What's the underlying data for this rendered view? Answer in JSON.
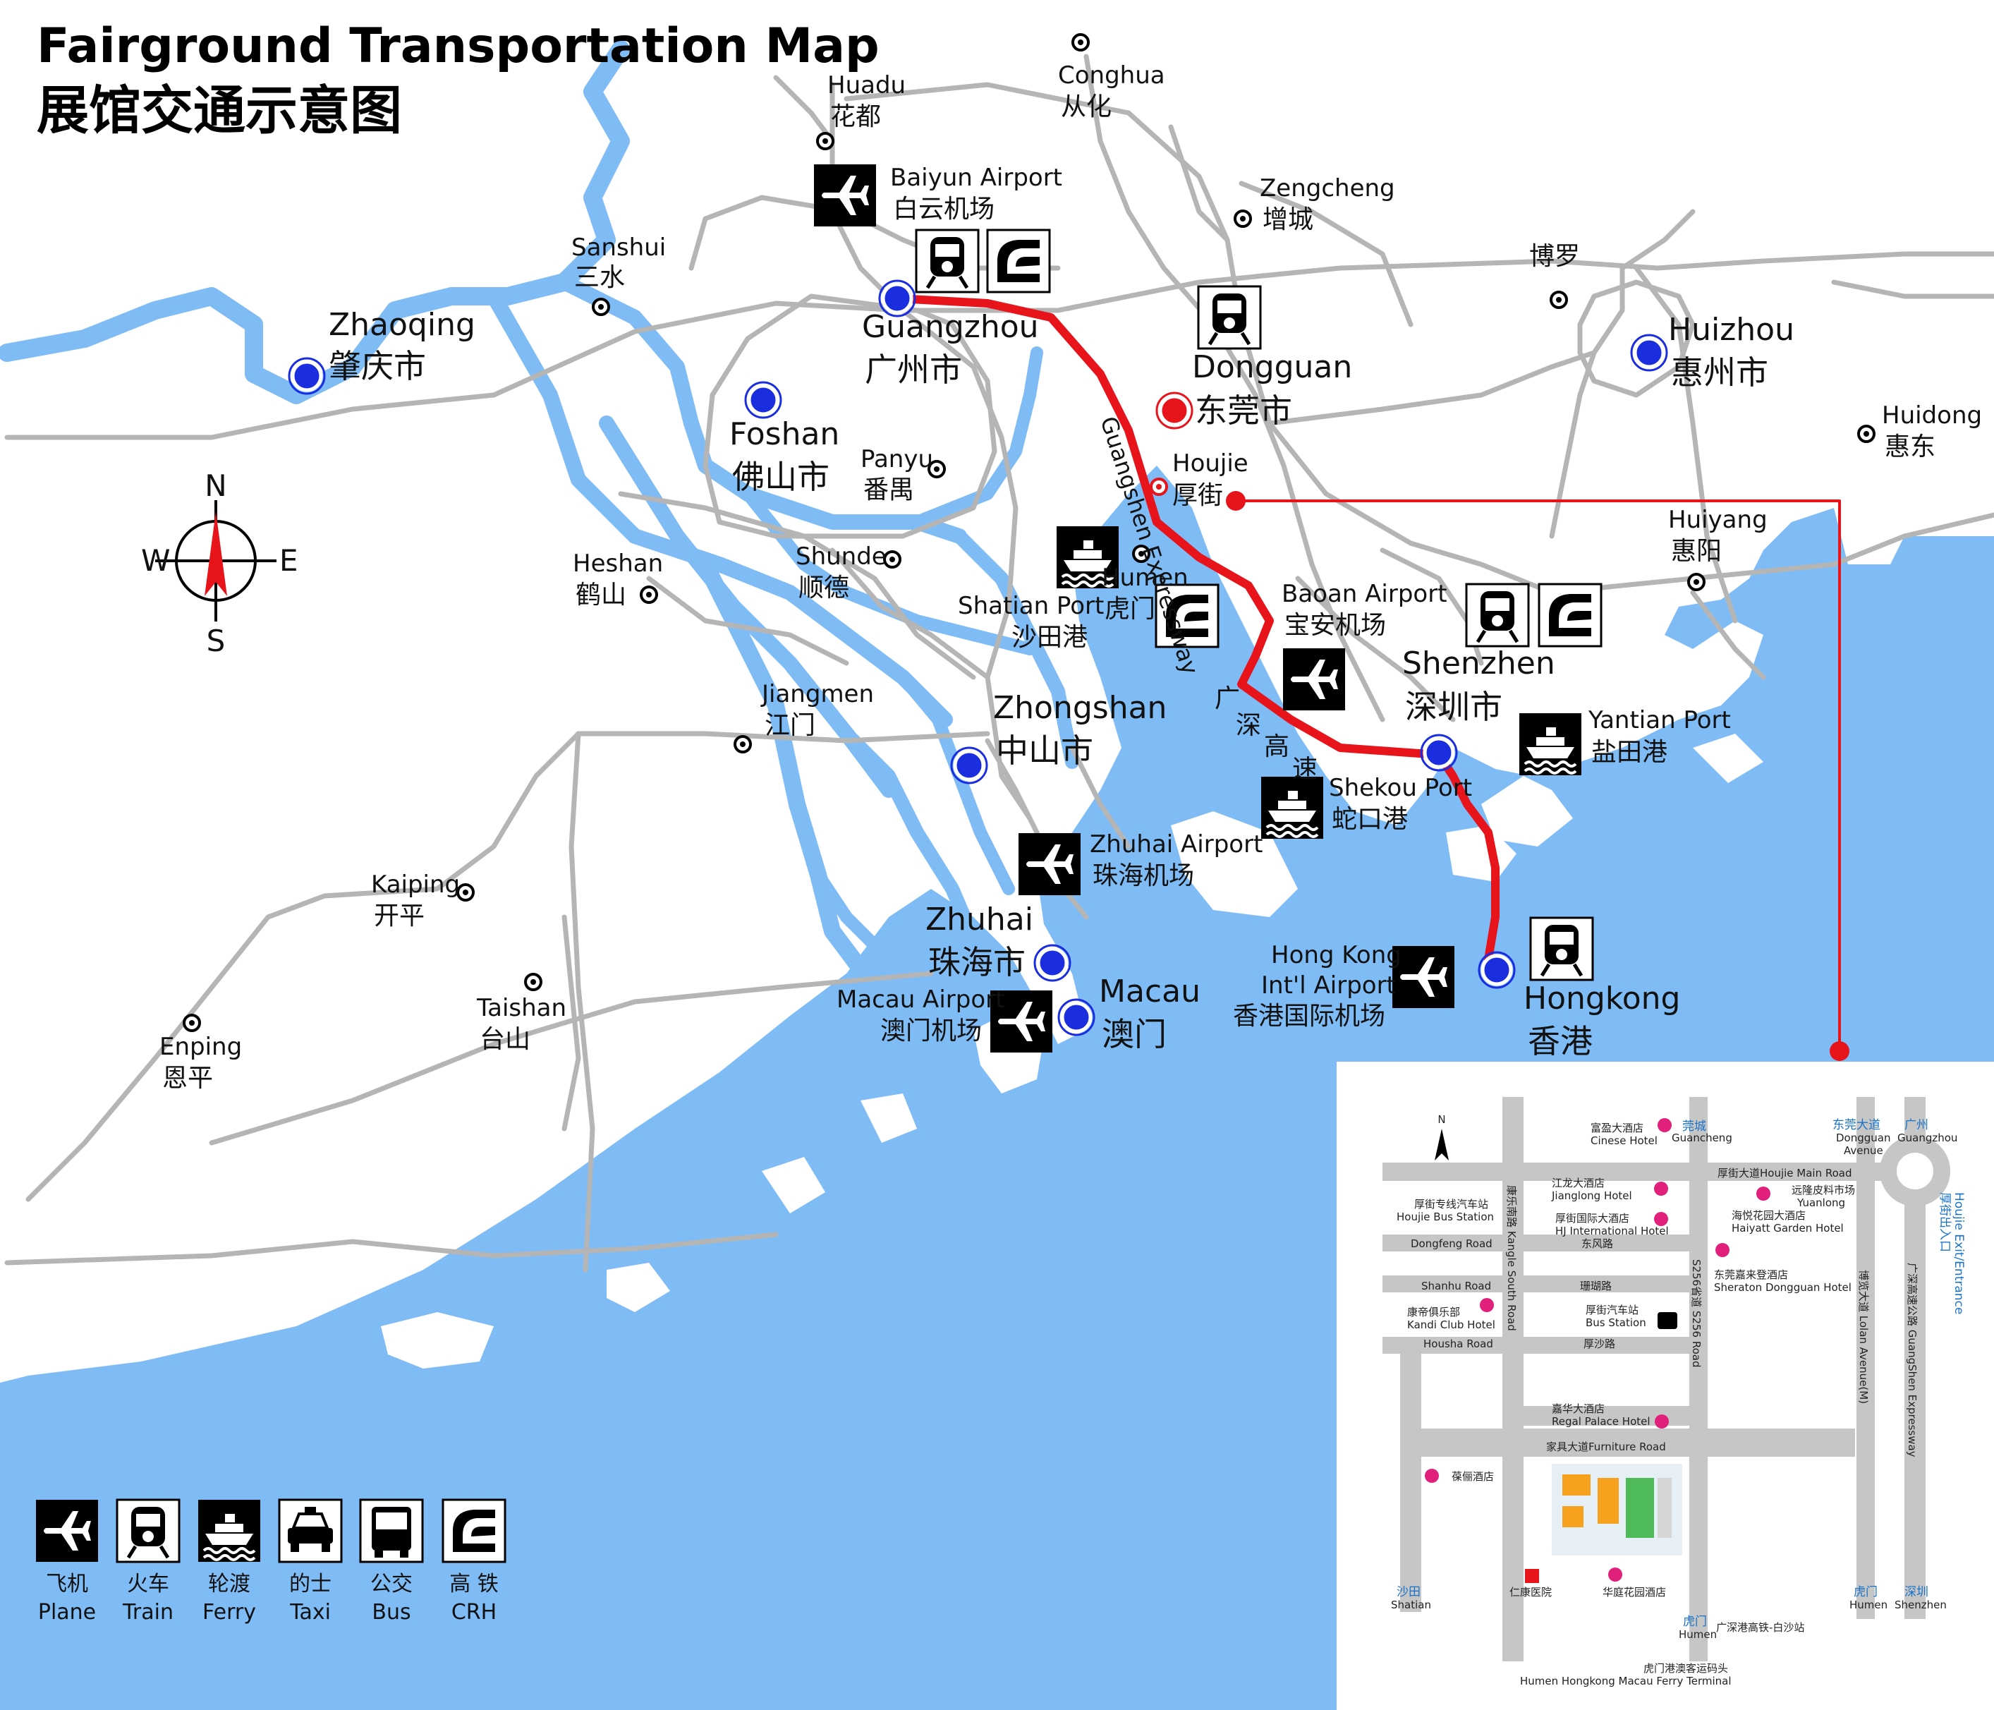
{
  "title": {
    "en": "Fairground Transportation Map",
    "cn": "展馆交通示意图"
  },
  "colors": {
    "water": "#7fbcf6",
    "land": "#ffffff",
    "road": "#b5b5b5",
    "route": "#e8141c",
    "city": "#1a2ee0",
    "icon_bg": "#000000"
  },
  "compass": {
    "n": "N",
    "s": "S",
    "e": "E",
    "w": "W"
  },
  "places": {
    "huadu": {
      "en": "Huadu",
      "cn": "花都"
    },
    "conghua": {
      "en": "Conghua",
      "cn": "从化"
    },
    "baiyun_airport": {
      "en": "Baiyun Airport",
      "cn": "白云机场"
    },
    "zengcheng": {
      "en": "Zengcheng",
      "cn": "增城"
    },
    "boluo": {
      "cn": "博罗"
    },
    "sanshui": {
      "en": "Sanshui",
      "cn": "三水"
    },
    "zhaoqing": {
      "en": "Zhaoqing",
      "cn": "肇庆市"
    },
    "guangzhou": {
      "en": "Guangzhou",
      "cn": "广州市"
    },
    "dongguan": {
      "en": "Dongguan",
      "cn": "东莞市"
    },
    "huizhou": {
      "en": "Huizhou",
      "cn": "惠州市"
    },
    "huidong": {
      "en": "Huidong",
      "cn": "惠东"
    },
    "foshan": {
      "en": "Foshan",
      "cn": "佛山市"
    },
    "panyu": {
      "en": "Panyu",
      "cn": "番禺"
    },
    "houjie": {
      "en": "Houjie",
      "cn": "厚街"
    },
    "heshan": {
      "en": "Heshan",
      "cn": "鹤山"
    },
    "shunde": {
      "en": "Shunde",
      "cn": "顺德"
    },
    "shatian_port": {
      "en": "Shatian Port",
      "cn": "沙田港"
    },
    "humen": {
      "en": "Humen",
      "cn": "虎门"
    },
    "baoan_airport": {
      "en": "Baoan Airport",
      "cn": "宝安机场"
    },
    "huiyang": {
      "en": "Huiyang",
      "cn": "惠阳"
    },
    "shenzhen": {
      "en": "Shenzhen",
      "cn": "深圳市"
    },
    "yantian_port": {
      "en": "Yantian Port",
      "cn": "盐田港"
    },
    "jiangmen": {
      "en": "Jiangmen",
      "cn": "江门"
    },
    "zhongshan": {
      "en": "Zhongshan",
      "cn": "中山市"
    },
    "shekou_port": {
      "en": "Shekou Port",
      "cn": "蛇口港"
    },
    "zhuhai_airport": {
      "en": "Zhuhai Airport",
      "cn": "珠海机场"
    },
    "kaiping": {
      "en": "Kaiping",
      "cn": "开平"
    },
    "zhuhai": {
      "en": "Zhuhai",
      "cn": "珠海市"
    },
    "hk_airport": {
      "en1": "Hong Kong",
      "en2": "Int'l Airport",
      "cn": "香港国际机场"
    },
    "hongkong": {
      "en": "Hongkong",
      "cn": "香港"
    },
    "macau_airport": {
      "en": "Macau Airport",
      "cn": "澳门机场"
    },
    "macau": {
      "en": "Macau",
      "cn": "澳门"
    },
    "taishan": {
      "en": "Taishan",
      "cn": "台山"
    },
    "enping": {
      "en": "Enping",
      "cn": "恩平"
    }
  },
  "expressway": {
    "en": "Guangshen Expressway",
    "cn": [
      "广",
      "深",
      "高",
      "速"
    ]
  },
  "legend": [
    {
      "icon": "plane-icon",
      "cn": "飞机",
      "en": "Plane"
    },
    {
      "icon": "train-icon",
      "cn": "火车",
      "en": "Train"
    },
    {
      "icon": "ferry-icon",
      "cn": "轮渡",
      "en": "Ferry"
    },
    {
      "icon": "taxi-icon",
      "cn": "的士",
      "en": "Taxi"
    },
    {
      "icon": "bus-icon",
      "cn": "公交",
      "en": "Bus"
    },
    {
      "icon": "crh-icon",
      "cn": "高 铁",
      "en": "CRH"
    }
  ],
  "inset": {
    "north": "N",
    "roads": {
      "houjie_main": "厚街大道Houjie Main Road",
      "dongfeng": "Dongfeng Road",
      "shanhu": "Shanhu Road",
      "housha": "Housha Road",
      "furniture": "家具大道Furniture Road",
      "kangle": "康乐南路 Kangle South Road",
      "s256": "S256省道 S256 Road",
      "lolan": "博览大道 Lolan Avenue(M)",
      "guangshen": "广深高速公路 GuangShen Expressway",
      "dongfeng_cn": "东风路",
      "shanhu_cn": "珊瑚路",
      "housha_cn": "厚沙路"
    },
    "arrows": {
      "guancheng": {
        "cn": "莞城",
        "en": "Guancheng"
      },
      "dongguan_ave": {
        "cn": "东莞大道",
        "en1": "Dongguan",
        "en2": "Avenue"
      },
      "guangzhou": {
        "cn": "广州",
        "en": "Guangzhou"
      },
      "shatian": {
        "cn": "沙田",
        "en": "Shatian"
      },
      "humen": {
        "cn": "虎门",
        "en": "Humen"
      },
      "humen2": {
        "cn": "虎门",
        "en": "Humen"
      },
      "shenzhen": {
        "cn": "深圳",
        "en": "Shenzhen"
      }
    },
    "exit": {
      "cn": "厚街出入口",
      "en": "Houjie Exit/Entrance"
    },
    "pois": {
      "cinese": {
        "cn": "富盈大酒店",
        "en": "Cinese Hotel"
      },
      "jianglong": {
        "cn": "江龙大酒店",
        "en": "Jianglong Hotel"
      },
      "hj_intl": {
        "cn": "厚街国际大酒店",
        "en": "HJ International Hotel"
      },
      "bus_station_cn": "厚街专线汽车站",
      "bus_station_en": "Houjie Bus Station",
      "yuanlong": {
        "cn": "远隆皮料市场",
        "en": "Yuanlong"
      },
      "haiyatt": {
        "cn": "海悦花园大酒店",
        "en": "Haiyatt Garden Hotel"
      },
      "sheraton": {
        "cn": "东莞嘉来登酒店",
        "en": "Sheraton Dongguan Hotel"
      },
      "kandi": {
        "cn": "康帝俱乐部",
        "en": "Kandi Club Hotel"
      },
      "bus_station2": {
        "cn": "厚街汽车站",
        "en": "Bus Station"
      },
      "regal": {
        "cn": "嘉华大酒店",
        "en": "Regal Palace Hotel"
      },
      "pinli": {
        "cn": "葆俪酒店"
      },
      "renkang": {
        "cn": "仁康医院"
      },
      "huating": {
        "cn": "华庭花园酒店"
      },
      "crh_station": "广深港高铁-白沙站",
      "ferry_cn": "虎门港澳客运码头",
      "ferry_en": "Humen Hongkong Macau Ferry Terminal"
    }
  }
}
